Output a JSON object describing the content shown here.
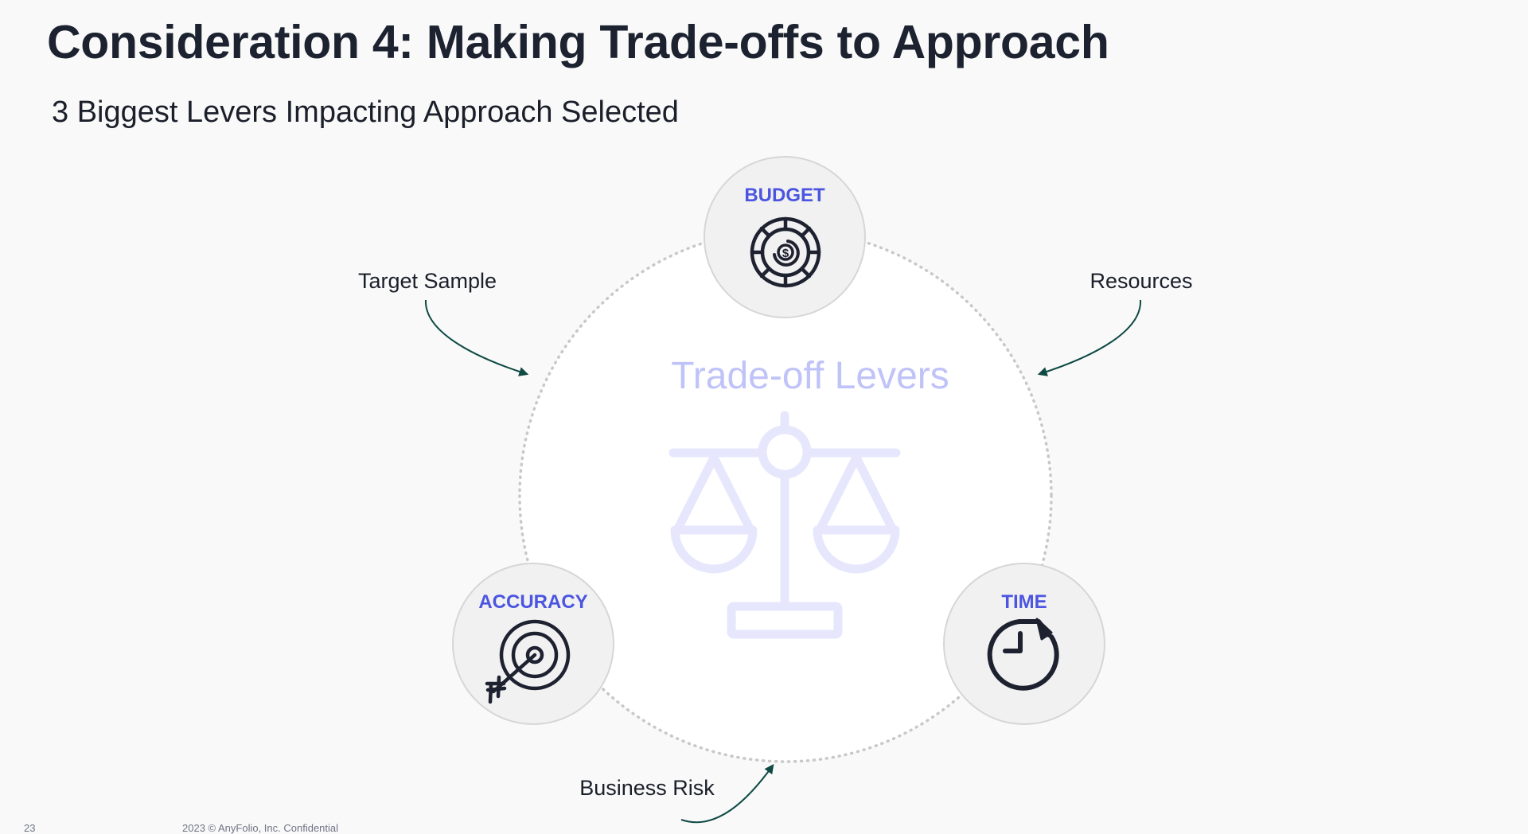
{
  "title": "Consideration 4: Making Trade-offs to Approach",
  "subtitle": "3 Biggest Levers Impacting Approach Selected",
  "diagram": {
    "center_label": "Trade-off Levers",
    "center_icon": "balance-scale-icon",
    "levers": {
      "budget": {
        "label": "BUDGET",
        "icon": "coin-dollar-icon"
      },
      "accuracy": {
        "label": "ACCURACY",
        "icon": "target-arrow-icon"
      },
      "time": {
        "label": "TIME",
        "icon": "clock-refresh-icon"
      }
    },
    "factors": {
      "target_sample": "Target Sample",
      "resources": "Resources",
      "business_risk": "Business Risk"
    }
  },
  "footer": {
    "page_number": "23",
    "copyright": "2023 © AnyFolio, Inc. Confidential"
  },
  "colors": {
    "title": "#1c2230",
    "lever_label": "#4b55e0",
    "center_text": "#bfc3f8",
    "scale_icon": "#e6e7fc",
    "arrow": "#0f4a45",
    "ring": "#c8c8c8",
    "node_fill": "#f1f1f1",
    "node_stroke": "#d6d6d6",
    "icon_dark": "#1e2230"
  }
}
